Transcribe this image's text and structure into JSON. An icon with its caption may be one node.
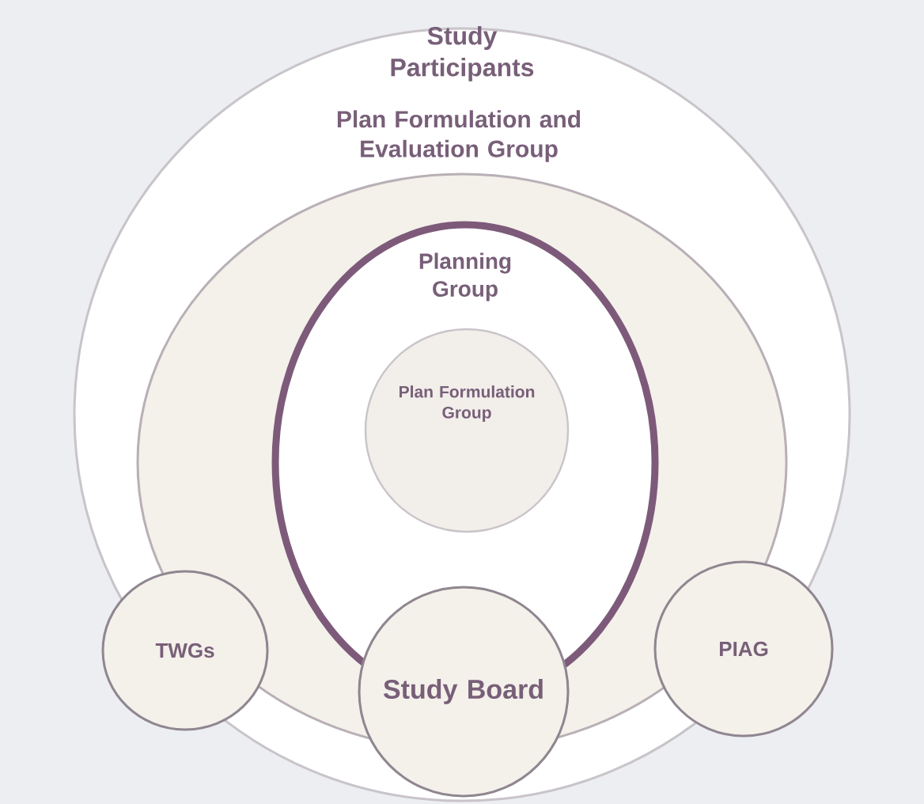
{
  "diagram": {
    "nodes": [
      {
        "text": [
          "Study Participants"
        ]
      },
      {
        "text": [
          "Plan Formulation and Evaluation Group"
        ],
        "in": 0
      },
      {
        "text": [
          "Planning Group"
        ],
        "in": 1
      },
      {
        "text": [
          "Plan Formulation Group"
        ],
        "in": 2
      },
      {
        "text": [
          "TWGs"
        ],
        "in": 0
      },
      {
        "text": [
          "Study Board"
        ],
        "in": 0
      },
      {
        "text": [
          "PIAG"
        ],
        "in": 0
      }
    ]
  }
}
